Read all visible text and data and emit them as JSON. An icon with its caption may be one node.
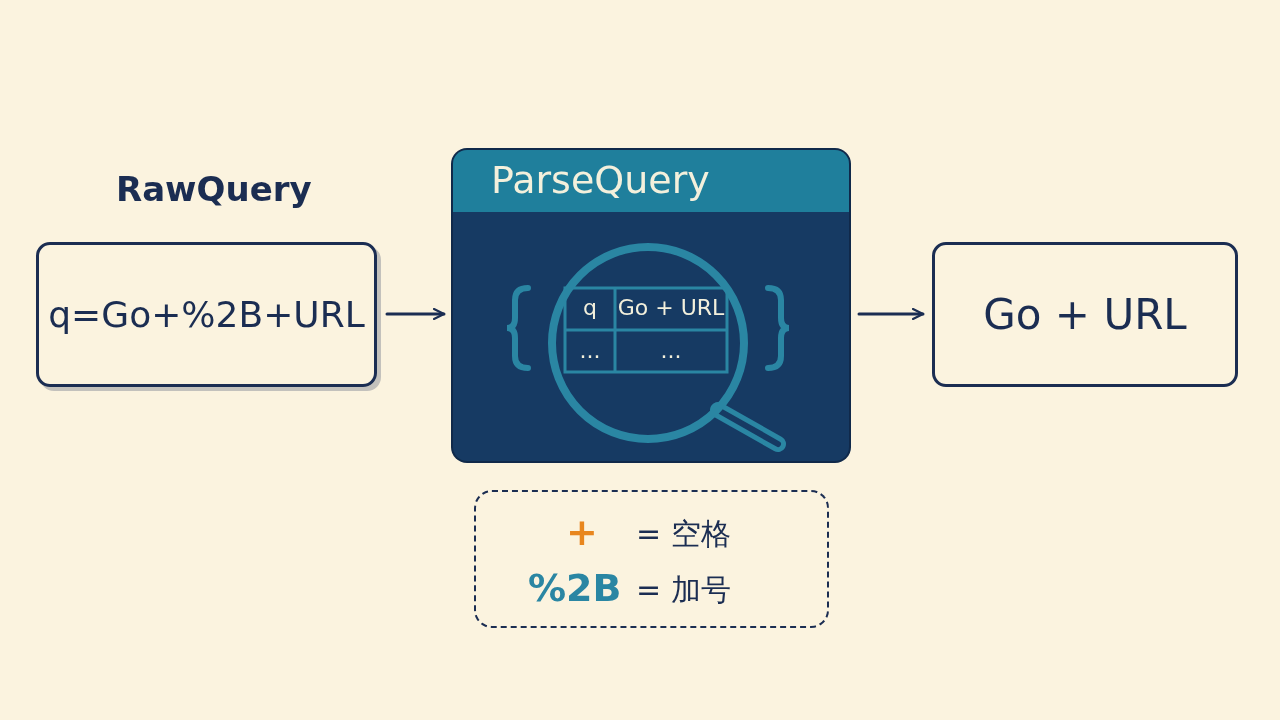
{
  "diagram": {
    "nodes": [
      {
        "text": [
          "RawQuery",
          "q=Go+%2B+URL"
        ]
      },
      {
        "text": [
          "ParseQuery"
        ]
      },
      {
        "text": [
          "Go + URL"
        ]
      },
      {
        "text": [
          "+",
          "= 空格",
          "%2B",
          "= 加号"
        ]
      }
    ],
    "edges": [
      {
        "from": 0,
        "to": 1,
        "arrow": "to"
      },
      {
        "from": 1,
        "to": 2,
        "arrow": "to"
      }
    ],
    "labels": [
      "q",
      "Go + URL",
      "...",
      "..."
    ]
  }
}
